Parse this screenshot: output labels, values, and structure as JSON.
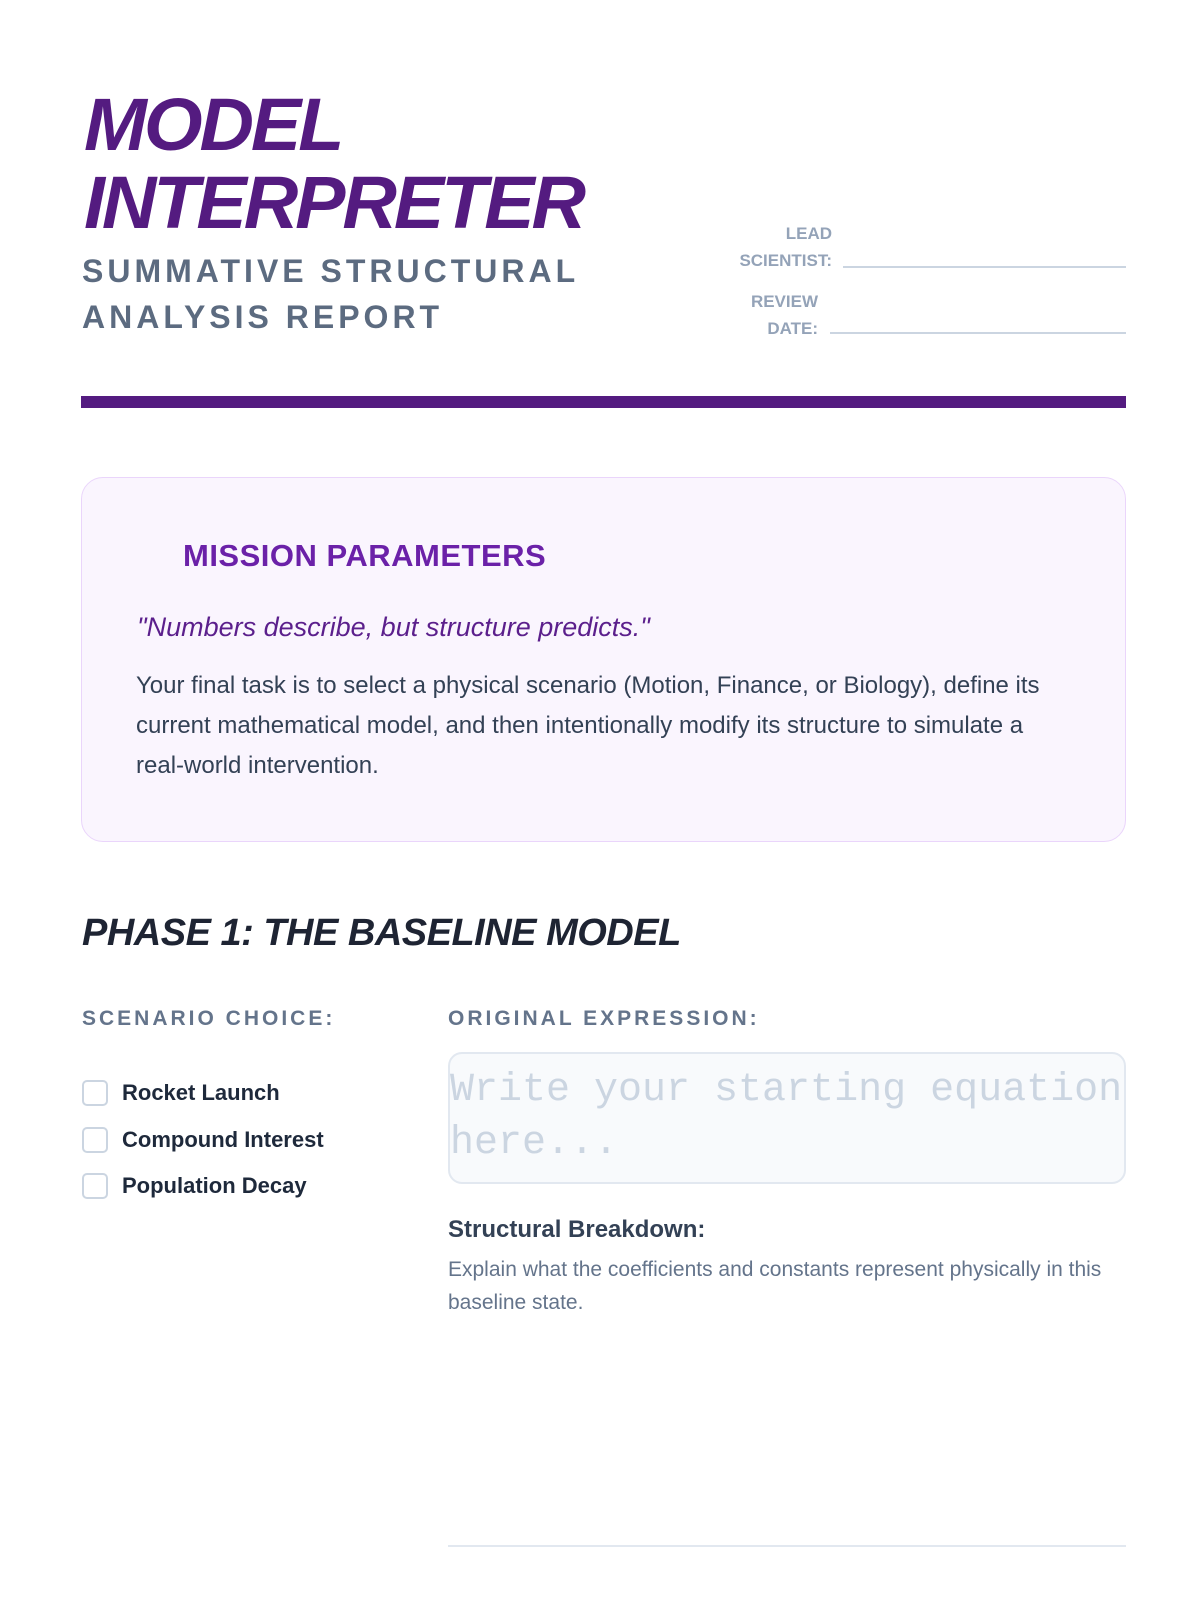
{
  "header": {
    "title_line1": "MODEL",
    "title_line2": "INTERPRETER",
    "subtitle_line1": "SUMMATIVE STRUCTURAL",
    "subtitle_line2": "ANALYSIS REPORT",
    "lead_label_1": "LEAD",
    "lead_label_2": "SCIENTIST:",
    "lead_value": "",
    "date_label_1": "REVIEW",
    "date_label_2": "DATE:",
    "date_value": ""
  },
  "mission": {
    "heading": "MISSION PARAMETERS",
    "quote": "\"Numbers describe, but structure predicts.\"",
    "body": "Your final task is to select a physical scenario (Motion, Finance, or Biology), define its current mathematical model, and then intentionally modify its structure to simulate a real-world intervention."
  },
  "phase1": {
    "heading": "PHASE 1: THE BASELINE MODEL",
    "scenario_label": "SCENARIO CHOICE:",
    "options": [
      "Rocket Launch",
      "Compound Interest",
      "Population Decay"
    ],
    "expression_label": "ORIGINAL EXPRESSION:",
    "expression_placeholder": "Write your starting equation here...",
    "expression_value": "",
    "breakdown_heading": "Structural Breakdown:",
    "breakdown_text": "Explain what the coefficients and constants represent physically in this baseline state."
  },
  "colors": {
    "accent": "#541b80",
    "panel": "#faf5fe"
  }
}
